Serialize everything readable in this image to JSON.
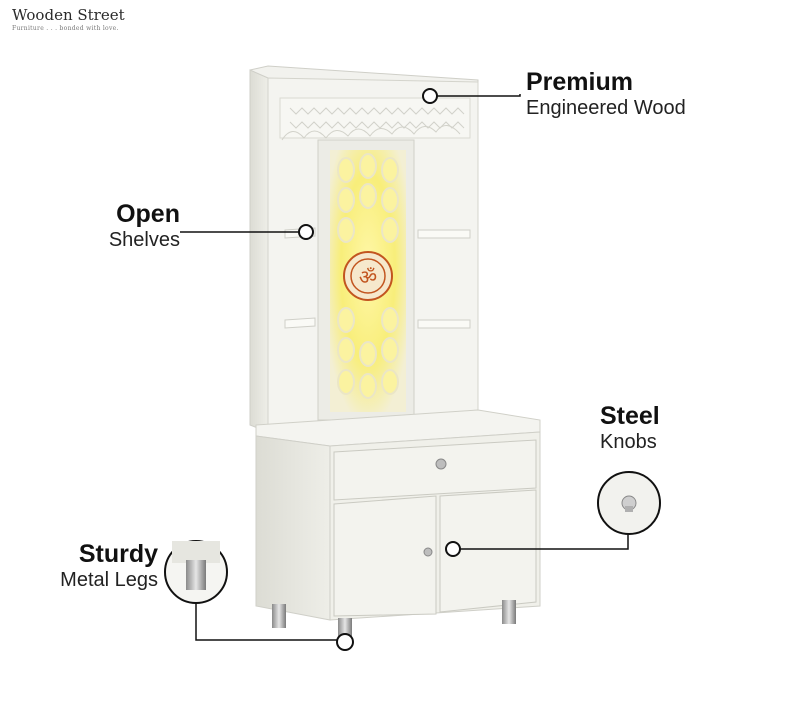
{
  "brand": {
    "name": "Wooden Street",
    "tagline": "Furniture . . . bonded with love."
  },
  "callouts": {
    "premium": {
      "title": "Premium",
      "subtitle": "Engineered Wood"
    },
    "open": {
      "title": "Open",
      "subtitle": "Shelves"
    },
    "steel": {
      "title": "Steel",
      "subtitle": "Knobs"
    },
    "sturdy": {
      "title": "Sturdy",
      "subtitle": "Metal Legs"
    }
  },
  "colors": {
    "cabinet": "#ecece6",
    "glow": "#ffef5a",
    "om": "#c2551f",
    "line": "#111111"
  }
}
